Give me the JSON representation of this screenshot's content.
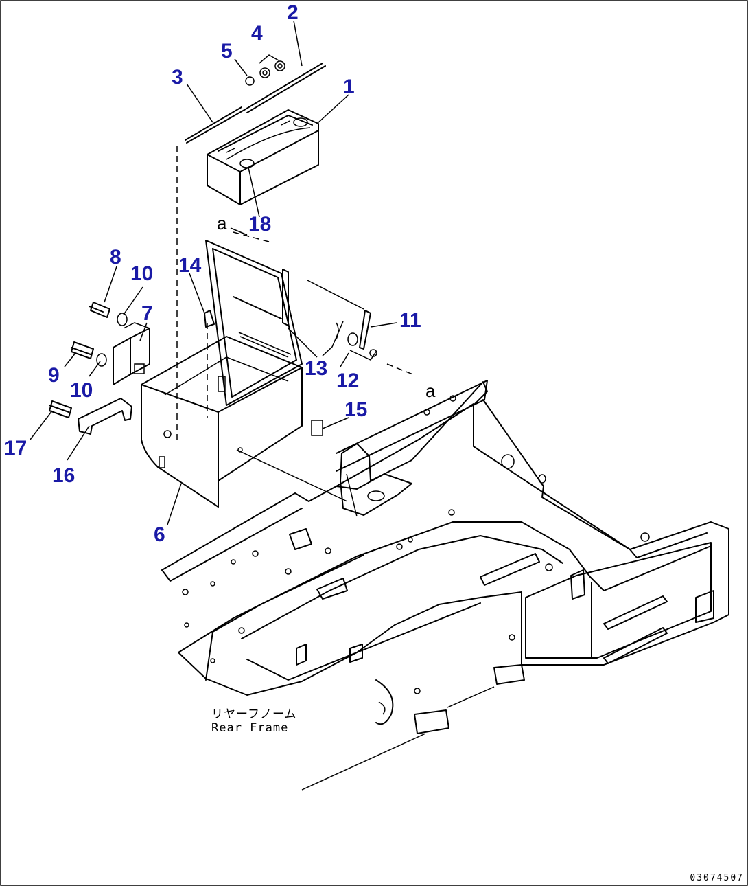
{
  "callouts": [
    {
      "id": "1",
      "label": "1"
    },
    {
      "id": "2",
      "label": "2"
    },
    {
      "id": "3",
      "label": "3"
    },
    {
      "id": "4",
      "label": "4"
    },
    {
      "id": "5",
      "label": "5"
    },
    {
      "id": "6",
      "label": "6"
    },
    {
      "id": "7",
      "label": "7"
    },
    {
      "id": "8",
      "label": "8"
    },
    {
      "id": "9",
      "label": "9"
    },
    {
      "id": "10a",
      "label": "10"
    },
    {
      "id": "10b",
      "label": "10"
    },
    {
      "id": "11",
      "label": "11"
    },
    {
      "id": "12",
      "label": "12"
    },
    {
      "id": "13",
      "label": "13"
    },
    {
      "id": "14",
      "label": "14"
    },
    {
      "id": "15",
      "label": "15"
    },
    {
      "id": "16",
      "label": "16"
    },
    {
      "id": "17",
      "label": "17"
    },
    {
      "id": "18",
      "label": "18"
    }
  ],
  "frame_label": {
    "jp": "リヤーフノーム",
    "en": "Rear Frame"
  },
  "reference_marks": {
    "a": "a"
  },
  "drawing_id": "03074507",
  "colors": {
    "callout": "#1a1aa6",
    "line": "#000000",
    "background": "#ffffff"
  }
}
